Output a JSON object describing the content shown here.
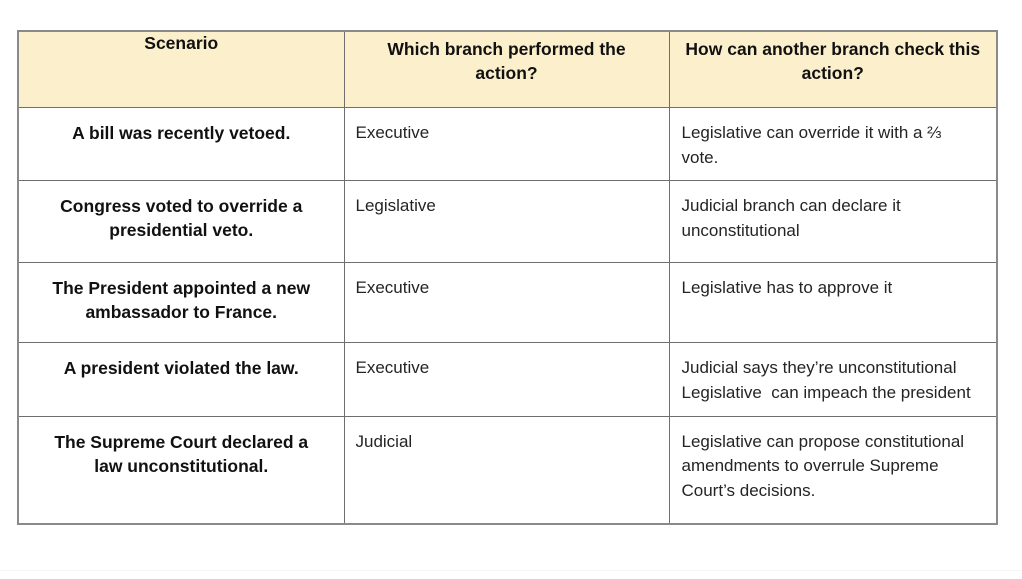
{
  "table": {
    "title_row_bg": "#FCEFCB",
    "border_color": "#6F6F6F",
    "outer_border_color": "#8A8A8A",
    "headers": [
      "Scenario",
      "Which branch performed the action?",
      "How can another branch check this action?"
    ],
    "rows": [
      {
        "scenario": "A bill was recently vetoed.",
        "branch": "Executive",
        "check_lines": [
          "Legislative can override it with a ⅔",
          "vote."
        ]
      },
      {
        "scenario": "Congress voted to override a presidential veto.",
        "branch": "Legislative",
        "check_lines": [
          "Judicial branch can declare it",
          "unconstitutional"
        ]
      },
      {
        "scenario": "The President appointed a new ambassador to France.",
        "branch": "Executive",
        "check_lines": [
          "Legislative has to approve it"
        ]
      },
      {
        "scenario": "A president violated the law.",
        "branch": "Executive",
        "check_lines": [
          "Judicial says they’re unconstitutional",
          "Legislative  can impeach the president"
        ]
      },
      {
        "scenario": "The Supreme Court declared a law unconstitutional.",
        "branch": "Judicial",
        "check_lines": [
          "Legislative can propose constitutional",
          "amendments to overrule Supreme",
          "Court’s decisions."
        ]
      }
    ]
  }
}
